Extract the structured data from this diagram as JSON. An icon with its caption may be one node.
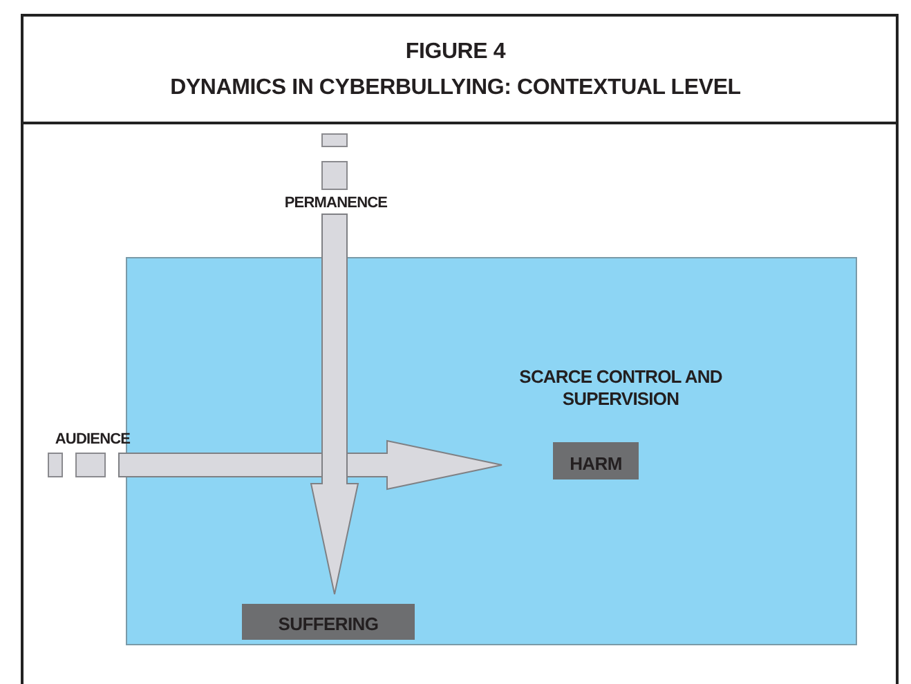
{
  "diagram": {
    "title": "DYNAMICS IN CYBERBULLYING: CONTEXTUAL LEVEL",
    "nodes": [
      {
        "text": [
          "SCARCE CONTROL AND SUPERVISION"
        ]
      },
      {
        "text": [
          "PERMANENCE"
        ]
      },
      {
        "text": [
          "AUDIENCE"
        ]
      },
      {
        "text": [
          "HARM"
        ],
        "in": 0
      },
      {
        "text": [
          "SUFFERING"
        ],
        "in": 0
      }
    ],
    "edges": [
      {
        "from": 2,
        "to": 3,
        "arrow": "to"
      },
      {
        "from": 1,
        "to": 4,
        "arrow": "to"
      }
    ],
    "labels": [
      "FIGURE 4"
    ]
  }
}
